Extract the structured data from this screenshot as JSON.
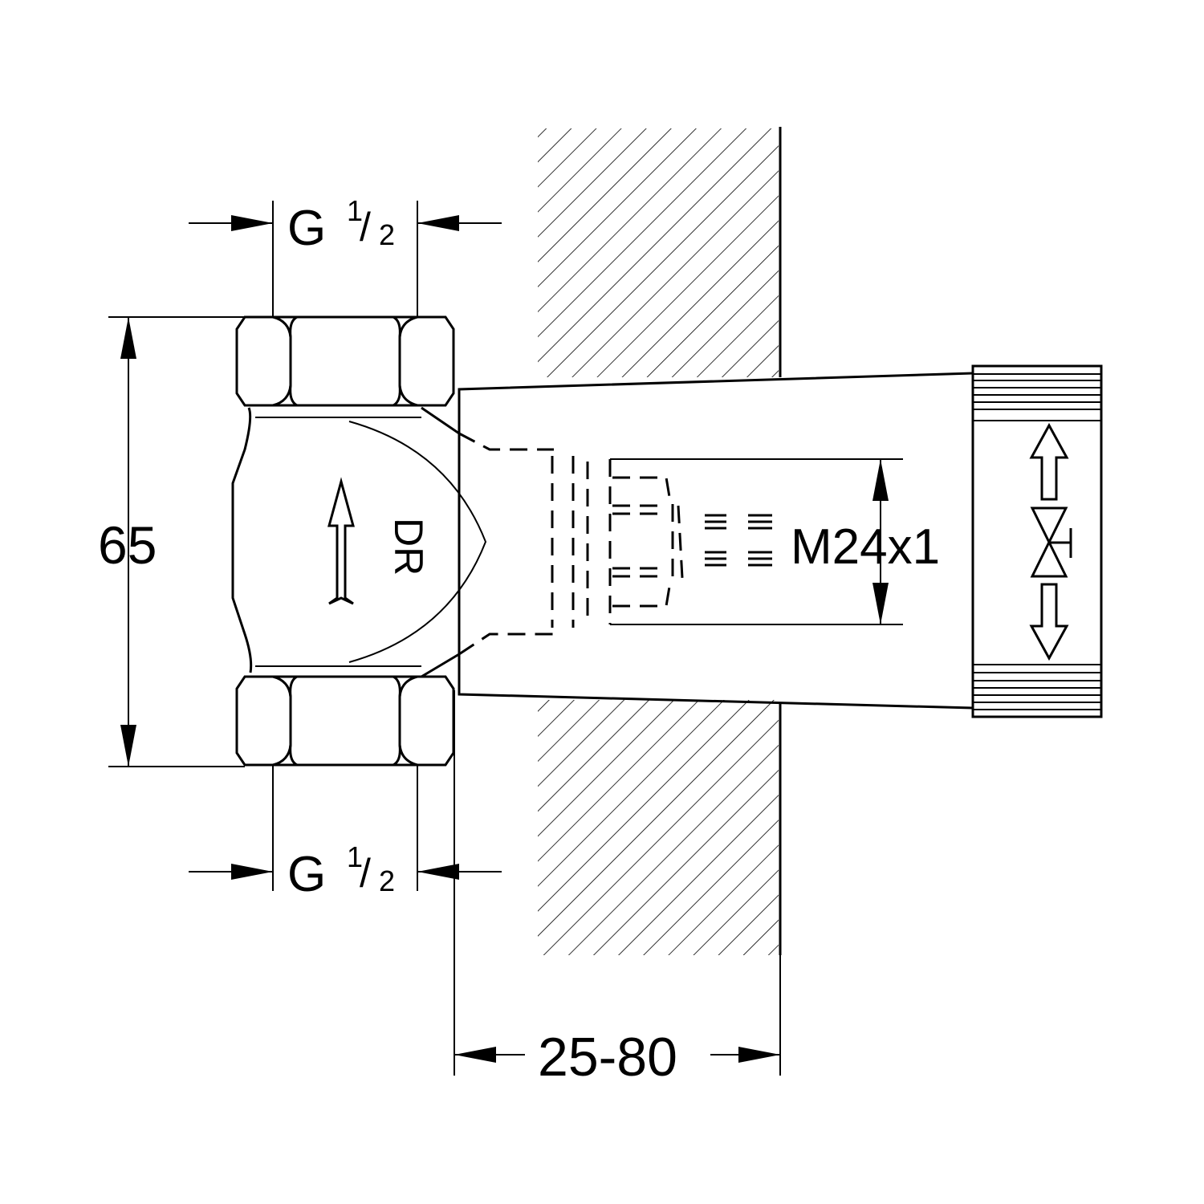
{
  "drawing": {
    "thread_top": {
      "main": "G",
      "num": "1",
      "slash": "/",
      "den": "2"
    },
    "thread_bottom": {
      "main": "G",
      "num": "1",
      "slash": "/",
      "den": "2"
    },
    "height_dim": "65",
    "flow_mark": "DR",
    "spindle_thread": "M24x1",
    "wall_depth_dim": "25-80"
  },
  "colors": {
    "line": "#000000",
    "background": "#ffffff"
  }
}
